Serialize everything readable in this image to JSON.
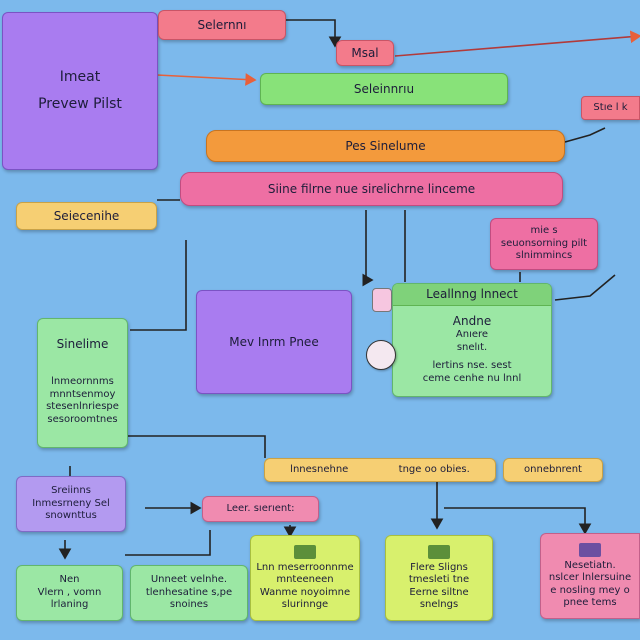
{
  "colors": {
    "background": "#7cb9ec",
    "line": "#222222",
    "accent_arrow": "#e8603a"
  },
  "nodes": {
    "image_preview": {
      "line1": "Imeat",
      "line2": "Prevew Pilst"
    },
    "top_salmon": {
      "label": "Selernnı"
    },
    "mid_salmon": {
      "label": "Msal"
    },
    "green_bar": {
      "label": "Seleinnrıu"
    },
    "right_tab": {
      "label": "Stıe l k"
    },
    "orange_bar": {
      "label": "Pes Sinelume"
    },
    "pink_bar": {
      "label": "Siine filrne nue sirelichrne linceme"
    },
    "yellow_left": {
      "label": "Seiecenihe"
    },
    "pink_small": {
      "line1": "mie s",
      "line2": "seuonsorning pilt",
      "line3": "slnimmincs"
    },
    "mint_left": {
      "title": "Sinelime",
      "line1": "lnmeornnms",
      "line2": "mnntsenmoy",
      "line3": "stesenlnriespe",
      "line4": "sesoroomtnes"
    },
    "purple_center": {
      "label": "Mev Inrm Pnee"
    },
    "green_panel": {
      "title": "Leallnng lnnect",
      "line1": "Andne",
      "line2": "Anıere",
      "line3": "snelıt.",
      "line4": "lertins nse. sest",
      "line5": "ceme cenhe nu lnnl"
    },
    "yellow_wide": {
      "left": "lnnesnehne",
      "right": "tnge oo obies."
    },
    "yellow_right": {
      "label": "onnebnrent"
    },
    "lav_left": {
      "line1": "Sreiinns",
      "line2": "Inmesrneny Sel",
      "line3": "snownttus"
    },
    "pink_mid": {
      "label": "Leer. sıerıent:"
    },
    "mint_bl1": {
      "line1": "Nen",
      "line2": "Vlern , vomn",
      "line3": "lrlaning"
    },
    "mint_bl2": {
      "line1": "Unneet velnhe.",
      "line2": "tlenhesatine s,pe",
      "line3": "snoines"
    },
    "lime_b1": {
      "line1": "Lnn meserroonnme",
      "line2": "mnteeneen",
      "line3": "Wanme noyoimne",
      "line4": "slurinnge"
    },
    "lime_b2": {
      "line1": "Flere Sligns",
      "line2": "tmesleti tne",
      "line3": "Eerne siltne",
      "line4": "snelngs"
    },
    "rose_b": {
      "line1": "Nesetiatn.",
      "line2": "nslcer lnlersuine",
      "line3": "e nosling mey o",
      "line4": "pnee tems"
    }
  }
}
